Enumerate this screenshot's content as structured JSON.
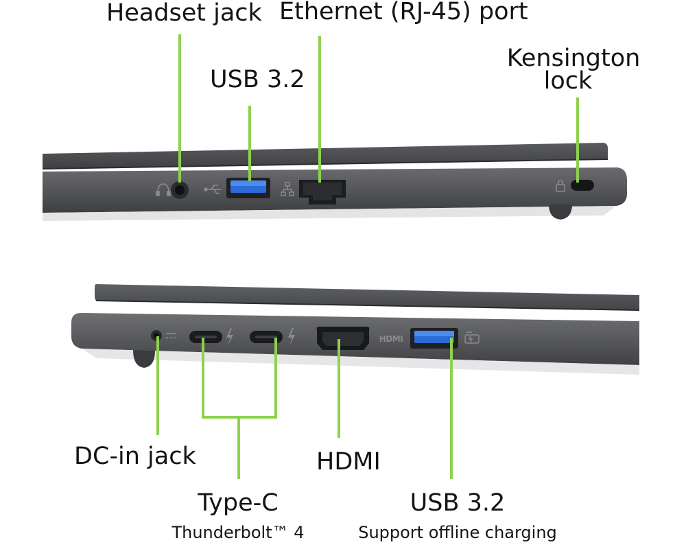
{
  "accent_color": "#8ed14f",
  "body_color": "#4b4c4f",
  "callouts": {
    "headset_jack": "Headset jack",
    "ethernet_port": "Ethernet (RJ-45) port",
    "usb_top": "USB 3.2",
    "kensington_lock_line1": "Kensington",
    "kensington_lock_line2": "lock",
    "dc_in_jack": "DC-in jack",
    "type_c": "Type-C",
    "type_c_sub": "Thunderbolt™ 4",
    "hdmi": "HDMI",
    "usb_bottom": "USB 3.2",
    "usb_bottom_sub": "Support offline charging"
  },
  "port_marks": {
    "hdmi_logo": "HDMI"
  },
  "icons": {
    "headset_glyph": "headset-icon",
    "usb_glyph": "usb-icon",
    "network_glyph": "network-icon",
    "lock_glyph": "lock-icon",
    "dc_glyph": "dc-power-icon",
    "thunderbolt_glyph": "thunderbolt-icon",
    "charging_glyph": "charging-usb-icon"
  }
}
